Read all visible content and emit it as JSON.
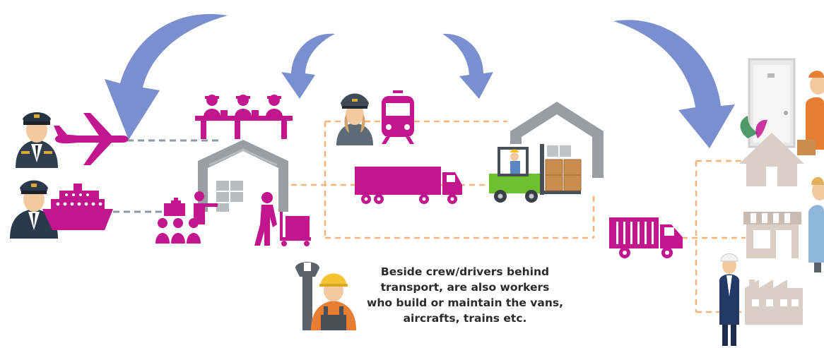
{
  "caption": {
    "lines": [
      "Beside crew/drivers behind",
      "transport, are also workers",
      "who build or maintain the vans,",
      "aircrafts, trains etc."
    ]
  },
  "colors": {
    "magenta": "#c2168f",
    "arrow_blue": "#7b8fd0",
    "warehouse_gray": "#9a9ea3",
    "dash_gray": "#8f9aa8",
    "dash_orange": "#f6b37a",
    "shop_beige": "#d9cfc7"
  },
  "icons": [
    "pilot-icon",
    "airplane-icon",
    "captain-icon",
    "cruise-ship-icon",
    "factory-workers-icon",
    "warehouse-icon",
    "worker-with-cart-icon",
    "train-conductor-icon",
    "train-icon",
    "truck-icon",
    "forklift-icon",
    "warehouse-outline-icon",
    "delivery-van-icon",
    "mechanic-icon",
    "house-icon",
    "shop-icon",
    "factory-icon",
    "delivery-person-icon",
    "shopkeeper-icon",
    "engineer-icon",
    "curved-arrow-icon"
  ]
}
